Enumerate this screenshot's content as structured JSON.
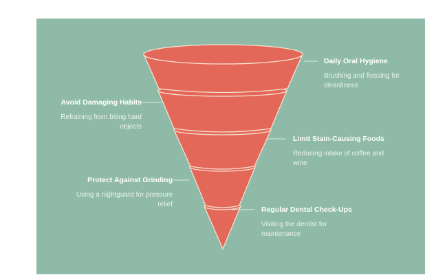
{
  "diagram": {
    "type": "funnel",
    "colors": {
      "background": "#8fbaa8",
      "funnel_fill": "#e3685a",
      "funnel_outline": "#f6e3cf",
      "connector_line": "#d9ebe2",
      "text": "#ffffff"
    },
    "stages": [
      {
        "title": "Daily Oral Hygiene",
        "description": "Brushing and flossing for cleanliness",
        "side": "right"
      },
      {
        "title": "Avoid Damaging Habits",
        "description": "Refraining from biting hard objects",
        "side": "left"
      },
      {
        "title": "Limit Stain-Causing Foods",
        "description": "Reducing intake of coffee and wine",
        "side": "right"
      },
      {
        "title": "Protect Against Grinding",
        "description": "Using a nightguard for pressure relief",
        "side": "left"
      },
      {
        "title": "Regular Dental Check-Ups",
        "description": "Visiting the dentist for maintenance",
        "side": "right"
      }
    ]
  }
}
